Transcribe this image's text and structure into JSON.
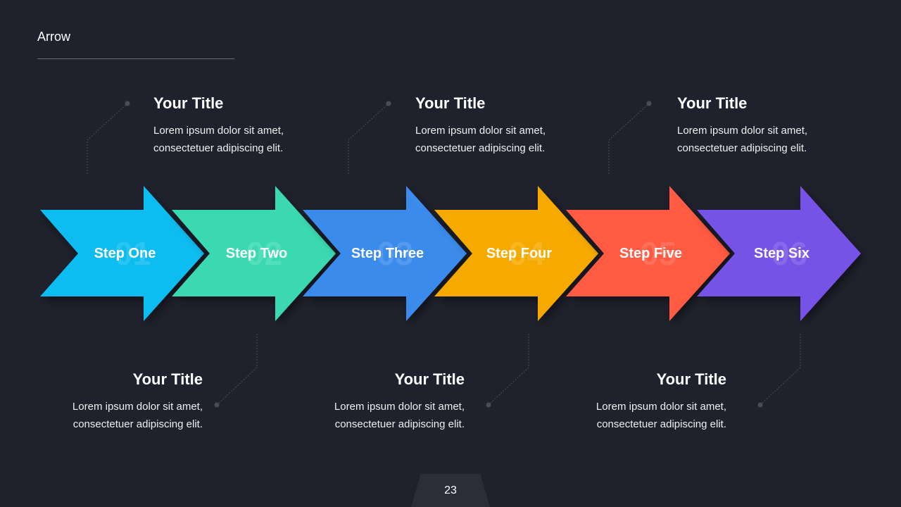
{
  "heading": "Arrow",
  "page_number": "23",
  "steps": [
    {
      "num": "01",
      "label": "Step One",
      "color": "#0bbcf0"
    },
    {
      "num": "02",
      "label": "Step Two",
      "color": "#3ad9b1"
    },
    {
      "num": "03",
      "label": "Step Three",
      "color": "#3b8bec"
    },
    {
      "num": "04",
      "label": "Step Four",
      "color": "#f6aa00"
    },
    {
      "num": "05",
      "label": "Step Five",
      "color": "#ff5a43"
    },
    {
      "num": "06",
      "label": "Step Six",
      "color": "#7652e6"
    }
  ],
  "callouts": [
    {
      "title": "Your Title",
      "line1": "Lorem ipsum dolor sit amet,",
      "line2": "consectetuer  adipiscing elit."
    },
    {
      "title": "Your Title",
      "line1": "Lorem ipsum dolor sit amet,",
      "line2": "consectetuer  adipiscing elit."
    },
    {
      "title": "Your Title",
      "line1": "Lorem ipsum dolor sit amet,",
      "line2": "consectetuer  adipiscing elit."
    },
    {
      "title": "Your Title",
      "line1": "Lorem ipsum dolor sit amet,",
      "line2": "consectetuer  adipiscing elit."
    },
    {
      "title": "Your Title",
      "line1": "Lorem ipsum dolor sit amet,",
      "line2": "consectetuer  adipiscing elit."
    },
    {
      "title": "Your Title",
      "line1": "Lorem ipsum dolor sit amet,",
      "line2": "consectetuer  adipiscing elit."
    }
  ]
}
